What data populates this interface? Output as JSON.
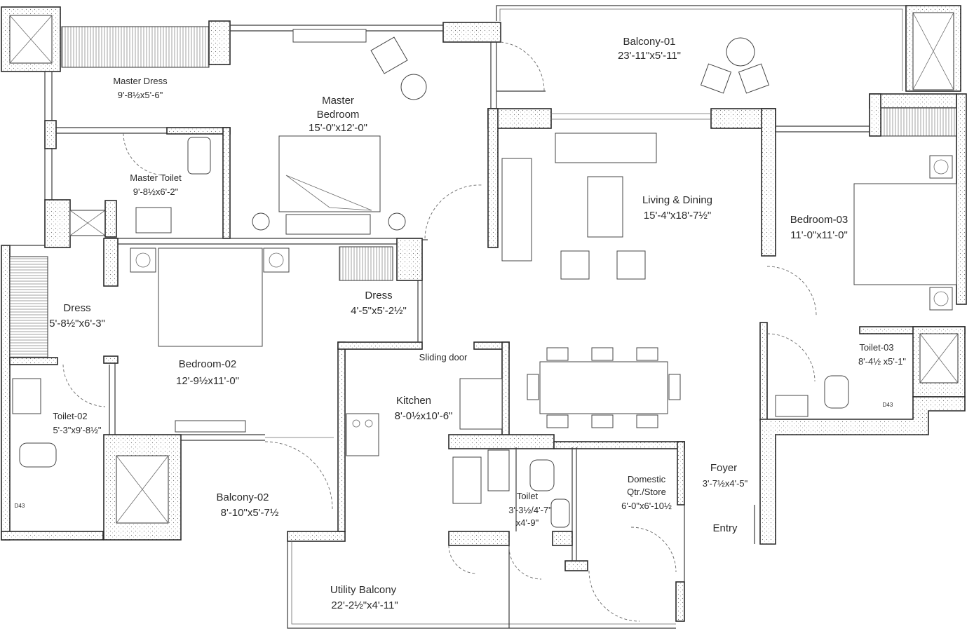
{
  "rooms": {
    "balcony_01": {
      "name": "Balcony-01",
      "size": "23'-11\"x5'-11\""
    },
    "master_dress": {
      "name": "Master Dress",
      "size": "9'-8½x5'-6\""
    },
    "master_bedroom": {
      "name_line1": "Master",
      "name_line2": "Bedroom",
      "size": "15'-0\"x12'-0\""
    },
    "master_toilet": {
      "name": "Master Toilet",
      "size": "9'-8½x6'-2\""
    },
    "living_dining": {
      "name": "Living & Dining",
      "size": "15'-4\"x18'-7½\""
    },
    "bedroom_03": {
      "name": "Bedroom-03",
      "size": "11'-0\"x11'-0\""
    },
    "dress_left": {
      "name": "Dress",
      "size": "5'-8½\"x6'-3\""
    },
    "dress_center": {
      "name": "Dress",
      "size": "4'-5\"x5'-2½\""
    },
    "bedroom_02": {
      "name": "Bedroom-02",
      "size": "12'-9½x11'-0\""
    },
    "sliding_door": {
      "name": "Sliding door"
    },
    "kitchen": {
      "name": "Kitchen",
      "size": "8'-0½x10'-6\""
    },
    "toilet_03": {
      "name": "Toilet-03",
      "size": "8'-4½ x5'-1\""
    },
    "toilet_02": {
      "name": "Toilet-02",
      "size": "5'-3\"x9'-8½\""
    },
    "balcony_02": {
      "name": "Balcony-02",
      "size": "8'-10\"x5'-7½"
    },
    "toilet": {
      "name": "Toilet",
      "size_line1": "3'-3½/4'-7\"",
      "size_line2": "x4'-9\""
    },
    "domestic": {
      "name_line1": "Domestic",
      "name_line2": "Qtr./Store",
      "size": "6'-0\"x6'-10½"
    },
    "foyer": {
      "name": "Foyer",
      "size": "3'-7½x4'-5\""
    },
    "entry": {
      "name": "Entry"
    },
    "utility_balcony": {
      "name": "Utility Balcony",
      "size": "22'-2½\"x4'-11\""
    }
  },
  "fixture_marks": {
    "toilet_02_mark": "D43",
    "toilet_03_mark": "D43"
  },
  "colors": {
    "line": "#2a2a2a",
    "background": "#ffffff"
  }
}
